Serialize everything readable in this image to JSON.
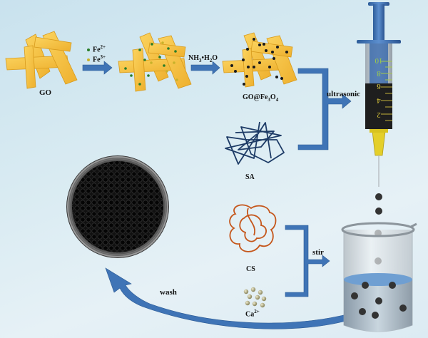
{
  "labels": {
    "go": "GO",
    "fe2": "Fe",
    "fe2_sup": "2+",
    "fe3": "Fe",
    "fe3_sup": "3+",
    "nh3": "NH",
    "nh3_sub": "3",
    "nh3_rest": "•H",
    "nh3_sub2": "2",
    "nh3_end": "O",
    "go_fe3o4": "GO@Fe",
    "go_fe3o4_sub1": "3",
    "go_fe3o4_mid": "O",
    "go_fe3o4_sub2": "4",
    "sa": "SA",
    "ultrasonic": "ultrasonic",
    "cs": "CS",
    "ca": "Ca",
    "ca_sup": "2+",
    "stir": "stir",
    "wash": "wash"
  },
  "syringe_scale": [
    "10",
    "8",
    "6",
    "4",
    "2"
  ],
  "colors": {
    "arrow": "#3f74b6",
    "go_sheet": "#f6c342",
    "sa_fiber": "#1d3b66",
    "cs_fiber": "#c5561b",
    "bead": "#333333",
    "liquid": "#6f9fd2"
  }
}
